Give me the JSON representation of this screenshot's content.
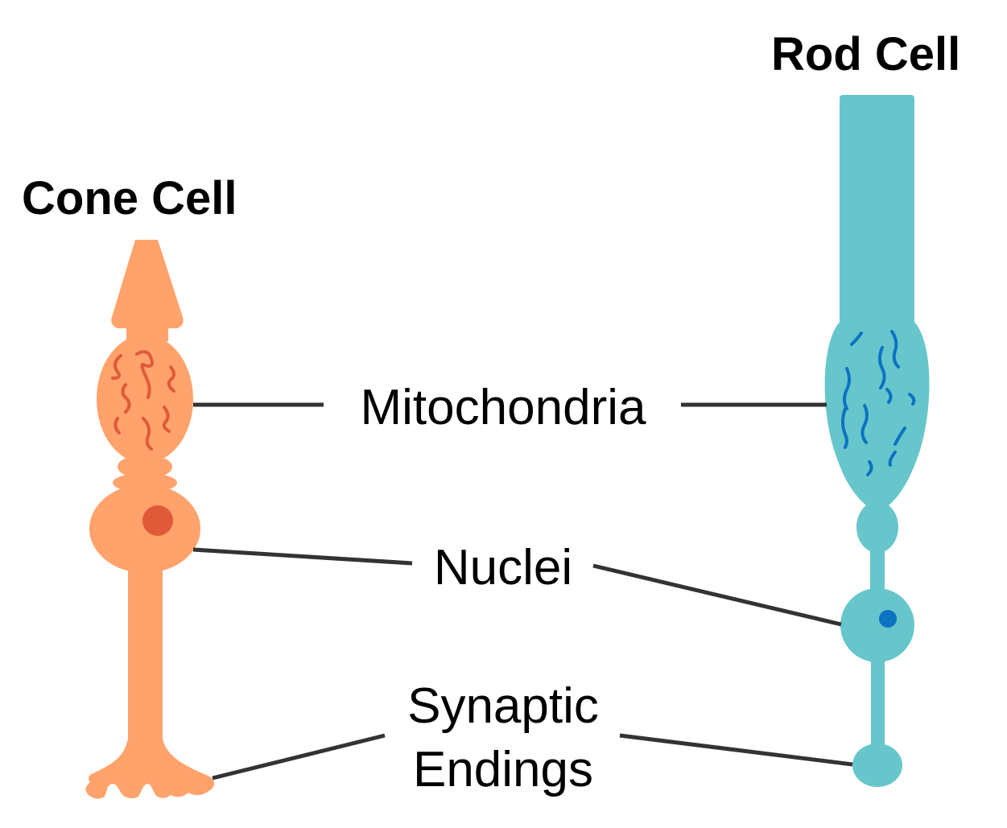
{
  "titles": {
    "cone": "Cone Cell",
    "rod": "Rod Cell"
  },
  "labels": {
    "mitochondria": "Mitochondria",
    "nuclei": "Nuclei",
    "synaptic_line1": "Synaptic",
    "synaptic_line2": "Endings"
  },
  "colors": {
    "cone_body": "#FFA26B",
    "cone_detail": "#E05A3A",
    "rod_body": "#66C6CC",
    "rod_detail": "#0C73C2",
    "leader_line": "#333333",
    "text": "#000000"
  }
}
